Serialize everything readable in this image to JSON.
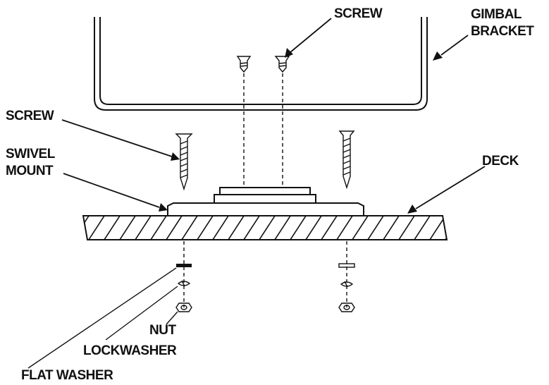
{
  "labels": {
    "screw_top": "SCREW",
    "gimbal_line1": "GIMBAL",
    "gimbal_line2": "BRACKET",
    "screw_left": "SCREW",
    "swivel_line1": "SWIVEL",
    "swivel_line2": "MOUNT",
    "deck": "DECK",
    "nut": "NUT",
    "lockwasher": "LOCKWASHER",
    "flat_washer": "FLAT WASHER"
  }
}
